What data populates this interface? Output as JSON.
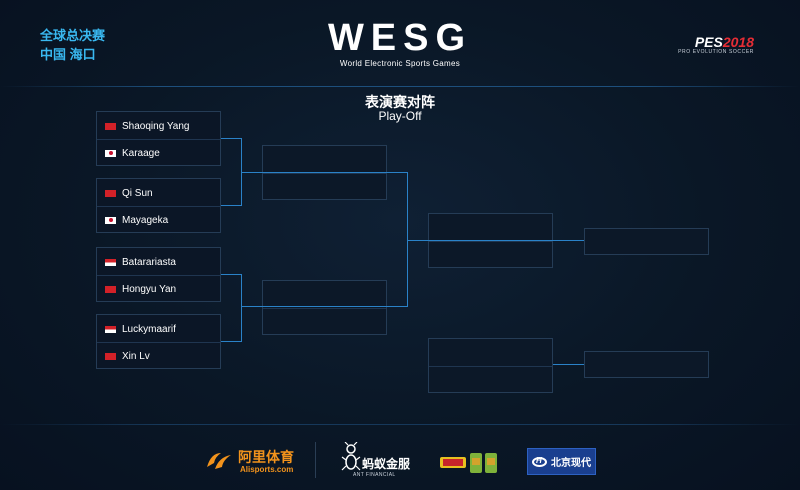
{
  "header": {
    "event_line1": "全球总决赛",
    "event_line2": "中国 海口",
    "logo_text": "WESG",
    "logo_subtitle": "World Electronic Sports Games",
    "game_logo": "PES2018",
    "game_logo_main": "PES",
    "game_logo_year": "2018",
    "game_subtitle": "PRO EVOLUTION SOCCER"
  },
  "bracket": {
    "title_cn": "表演赛对阵",
    "title_en": "Play-Off",
    "round1": [
      {
        "players": [
          {
            "name": "Shaoqing Yang",
            "flag": "cn-flag-icon"
          },
          {
            "name": "Karaage",
            "flag": "jp-flag-icon"
          }
        ]
      },
      {
        "players": [
          {
            "name": "Qi Sun",
            "flag": "cn-flag-icon"
          },
          {
            "name": "Mayageka",
            "flag": "jp-flag-icon"
          }
        ]
      },
      {
        "players": [
          {
            "name": "Batarariasta",
            "flag": "id-flag-icon"
          },
          {
            "name": "Hongyu Yan",
            "flag": "cn-flag-icon"
          }
        ]
      },
      {
        "players": [
          {
            "name": "Luckymaarif",
            "flag": "id-flag-icon"
          },
          {
            "name": "Xin Lv",
            "flag": "cn-flag-icon"
          }
        ]
      }
    ]
  },
  "sponsors": {
    "alisports_cn": "阿里体育",
    "alisports_en": "Alisports.com",
    "ant_cn": "蚂蚁金服",
    "ant_en": "ANT FINANCIAL",
    "beverage": "beverage-logo",
    "hyundai_cn": "北京现代"
  },
  "colors": {
    "background": "#0a1726",
    "accent": "#39b8f0",
    "bracket_line": "#2a82c8",
    "box_border": "#253c56",
    "alisports": "#f2931c",
    "hyundai": "#1a3f8f",
    "pes_red": "#e62d35"
  }
}
